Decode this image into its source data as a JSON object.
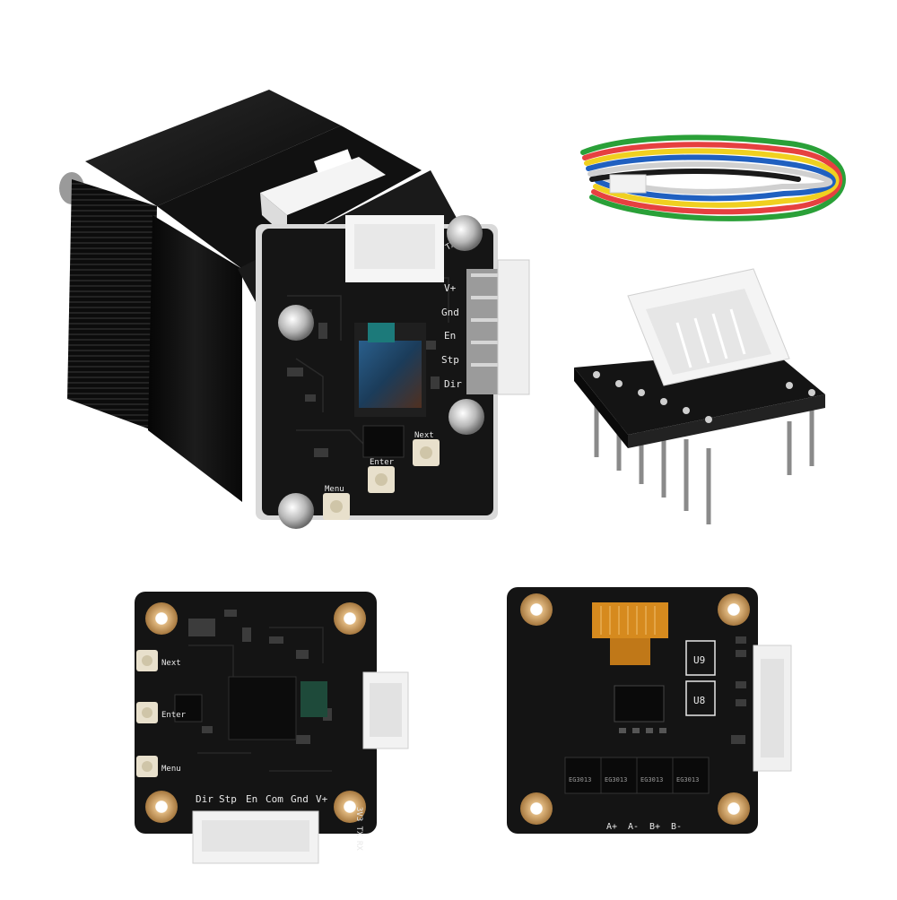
{
  "motor_board": {
    "pin_labels": [
      "V+",
      "Gnd",
      "En",
      "Stp",
      "Dir"
    ],
    "header_label": "3V3 TX RX",
    "buttons": [
      "Enter",
      "Menu",
      "Next"
    ]
  },
  "board_front": {
    "button_labels": [
      "Next",
      "Enter",
      "Menu"
    ],
    "pin_labels": [
      "Dir",
      "Stp",
      "En",
      "Com",
      "Gnd",
      "V+"
    ],
    "header_label": "3V3 TX RX"
  },
  "board_back": {
    "chip_labels": [
      "U9",
      "U8"
    ],
    "mosfet_labels": [
      "EG3013",
      "EG3013",
      "EG3013",
      "EG3013"
    ],
    "motor_pins": [
      "A+",
      "A-",
      "B+",
      "B-"
    ]
  },
  "colors": {
    "pcb": "#141414",
    "motor_body": "#0d0d0d",
    "gold_pad": "#c9a066",
    "connector": "#f2f2f2",
    "silkscreen": "#e8e8e8"
  }
}
